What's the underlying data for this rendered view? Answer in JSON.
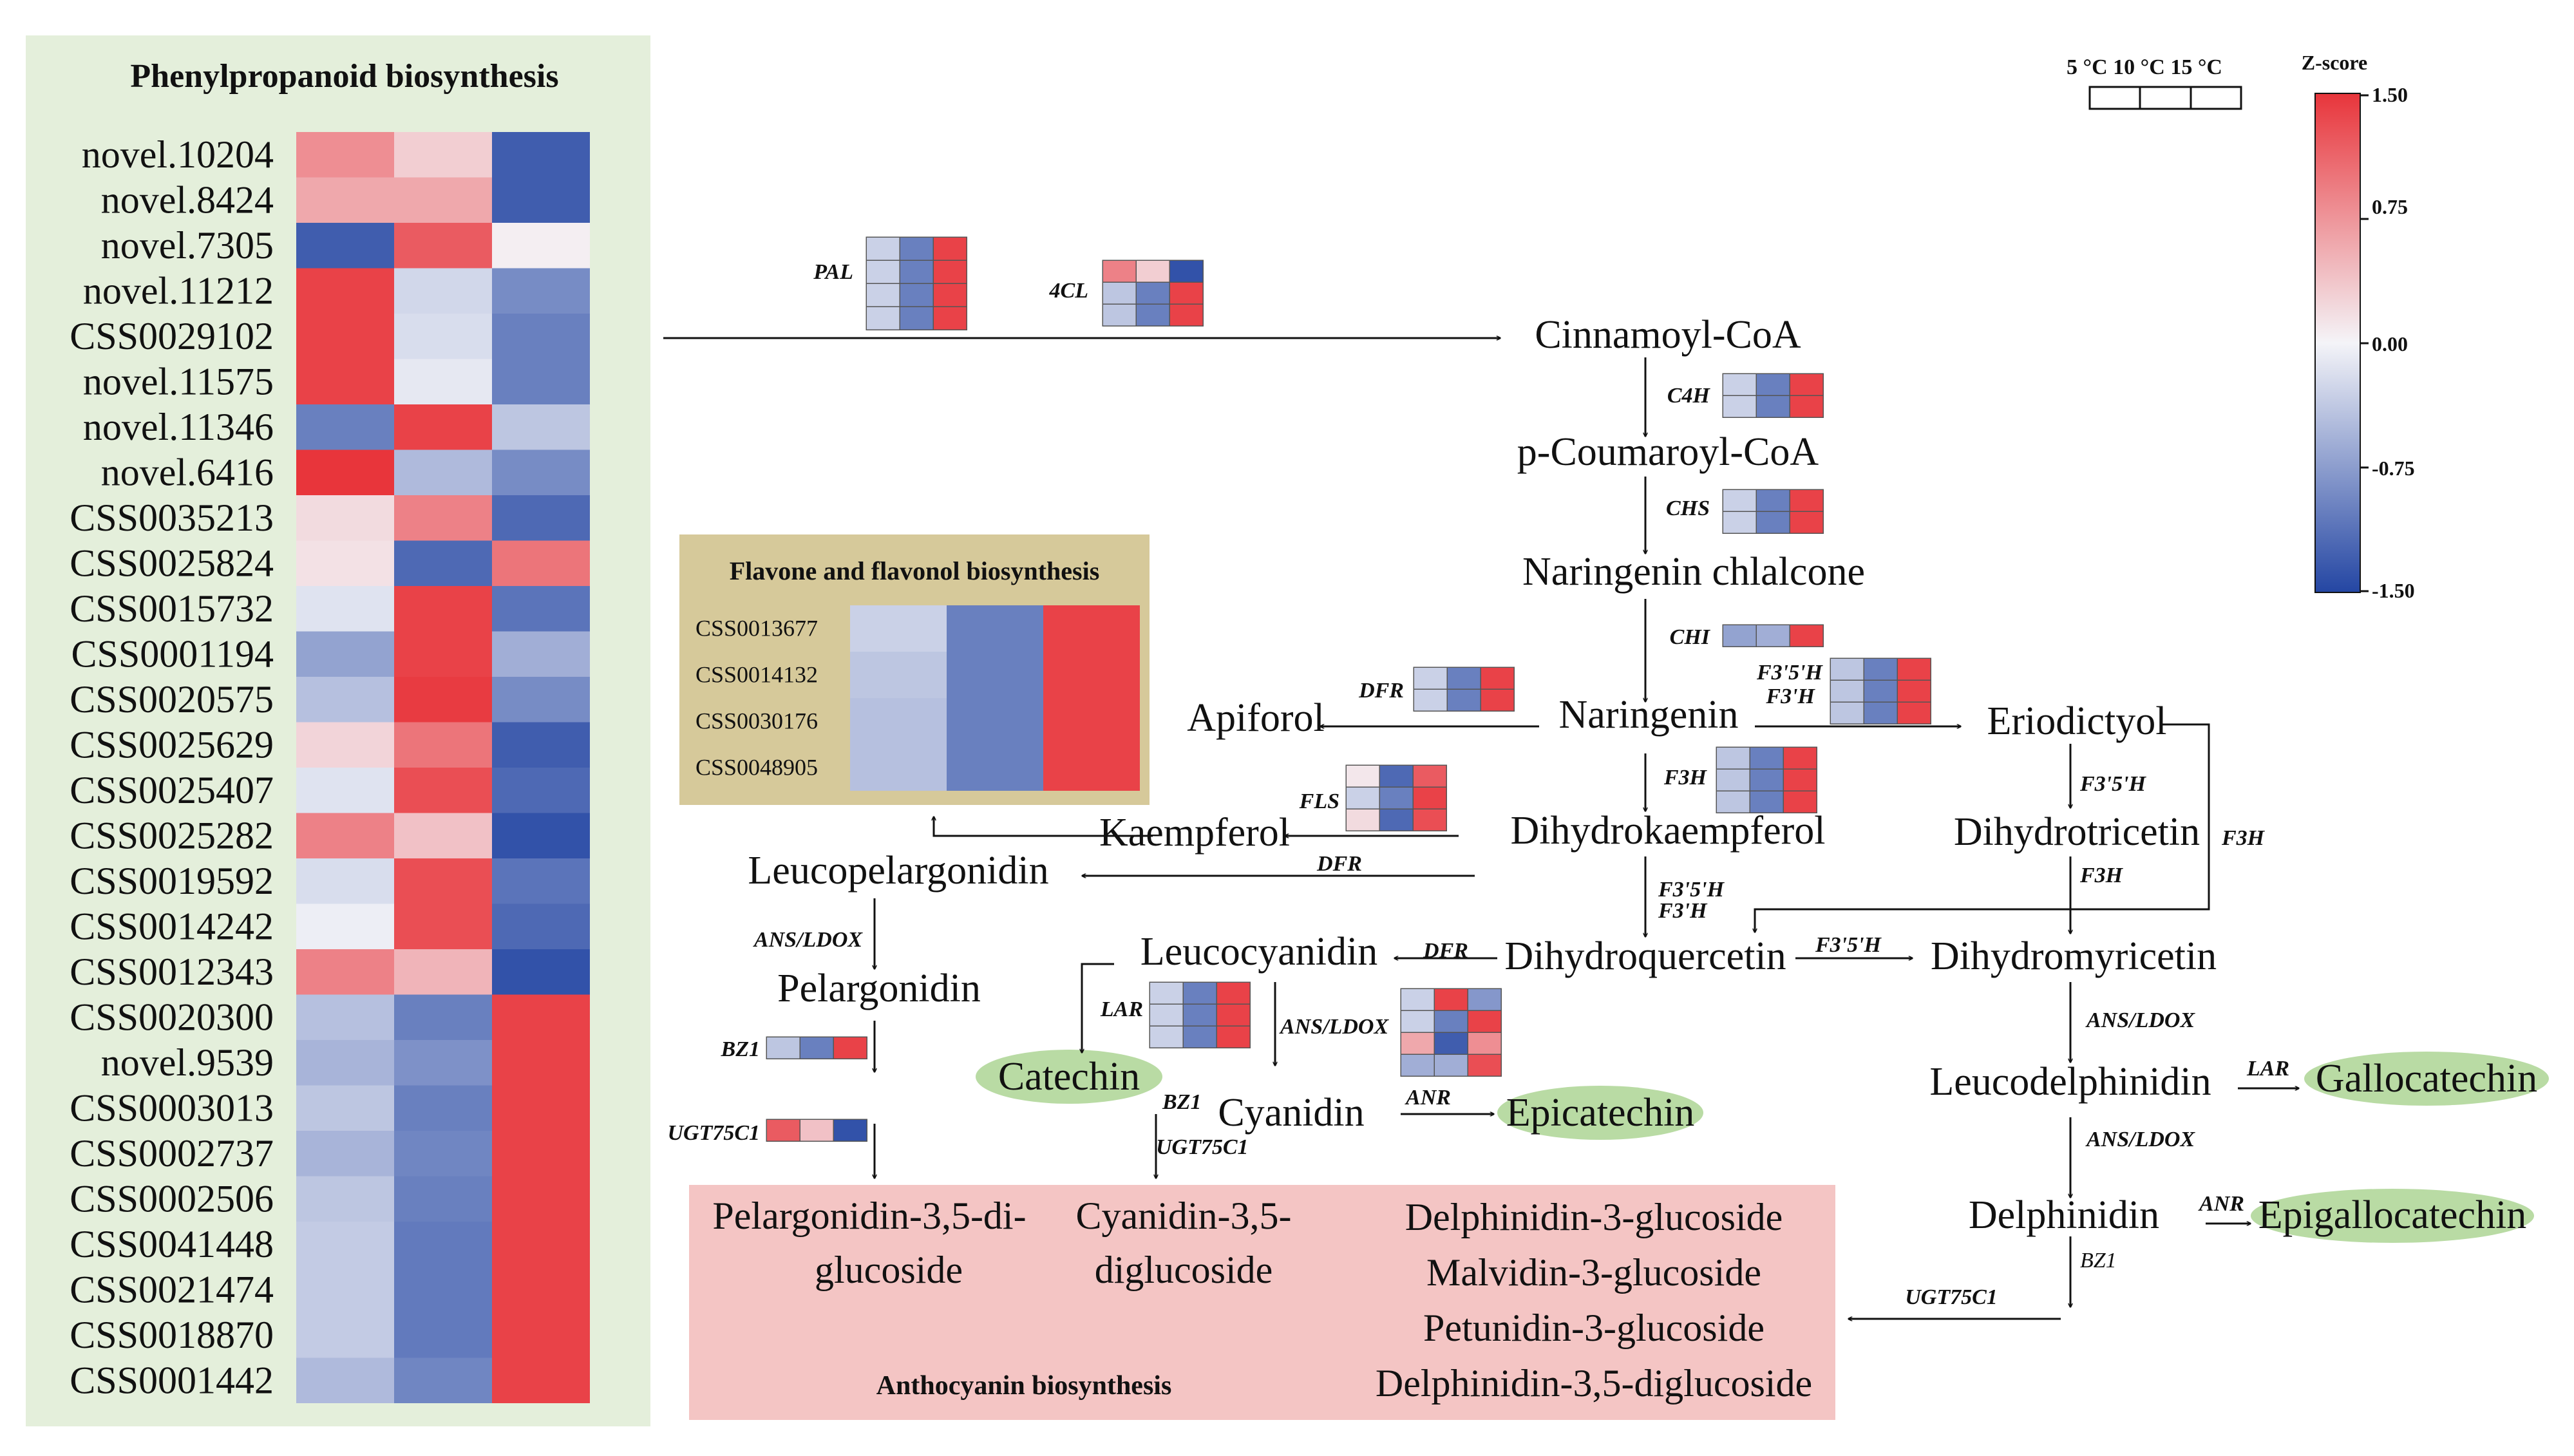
{
  "palette": {
    "low": "#2446a3",
    "mid": "#f4f4f8",
    "high": "#e8353b",
    "panel_phenyl": "#e4efdb",
    "panel_flavone": "#d6c99a",
    "panel_anthocyanin": "#f4c5c4",
    "product_ellipse": "#b9dba4",
    "stroke": "#111111"
  },
  "phenylpropanoid": {
    "title": "Phenylpropanoid biosynthesis",
    "genes": [
      "novel.10204",
      "novel.8424",
      "novel.7305",
      "novel.11212",
      "CSS0029102",
      "novel.11575",
      "novel.11346",
      "novel.6416",
      "CSS0035213",
      "CSS0025824",
      "CSS0015732",
      "CSS0001194",
      "CSS0020575",
      "CSS0025629",
      "CSS0025407",
      "CSS0025282",
      "CSS0019592",
      "CSS0014242",
      "CSS0012343",
      "CSS0020300",
      "novel.9539",
      "CSS0003013",
      "CSS0002737",
      "CSS0002506",
      "CSS0041448",
      "CSS0021474",
      "CSS0018870",
      "CSS0001442"
    ],
    "values": [
      [
        0.8,
        0.3,
        -1.3
      ],
      [
        0.6,
        0.6,
        -1.3
      ],
      [
        -1.3,
        1.2,
        0.05
      ],
      [
        1.4,
        -0.25,
        -0.9
      ],
      [
        1.4,
        -0.2,
        -1.0
      ],
      [
        1.4,
        -0.1,
        -1.0
      ],
      [
        -1.0,
        1.4,
        -0.4
      ],
      [
        1.5,
        -0.5,
        -0.9
      ],
      [
        0.2,
        0.9,
        -1.2
      ],
      [
        0.15,
        -1.2,
        1.0
      ],
      [
        -0.15,
        1.4,
        -1.1
      ],
      [
        -0.7,
        1.4,
        -0.6
      ],
      [
        -0.45,
        1.45,
        -0.9
      ],
      [
        0.25,
        1.0,
        -1.3
      ],
      [
        -0.15,
        1.3,
        -1.2
      ],
      [
        0.9,
        0.4,
        -1.4
      ],
      [
        -0.2,
        1.3,
        -1.1
      ],
      [
        -0.05,
        1.3,
        -1.2
      ],
      [
        0.9,
        0.5,
        -1.4
      ],
      [
        -0.45,
        -1.0,
        1.4
      ],
      [
        -0.55,
        -0.85,
        1.4
      ],
      [
        -0.4,
        -1.0,
        1.4
      ],
      [
        -0.55,
        -0.95,
        1.4
      ],
      [
        -0.4,
        -1.0,
        1.4
      ],
      [
        -0.35,
        -1.05,
        1.4
      ],
      [
        -0.35,
        -1.05,
        1.4
      ],
      [
        -0.35,
        -1.05,
        1.4
      ],
      [
        -0.5,
        -0.95,
        1.4
      ]
    ]
  },
  "flavone": {
    "title": "Flavone and flavonol biosynthesis",
    "genes": [
      "CSS0013677",
      "CSS0014132",
      "CSS0030176",
      "CSS0048905"
    ],
    "values": [
      [
        -0.3,
        -1.0,
        1.4
      ],
      [
        -0.4,
        -1.0,
        1.4
      ],
      [
        -0.45,
        -1.0,
        1.4
      ],
      [
        -0.45,
        -1.0,
        1.4
      ]
    ]
  },
  "legend": {
    "temps": "5 °C 10 °C 15 °C",
    "colorbar_title": "Z-score",
    "ticks": [
      "1.50",
      "0.75",
      "0.00",
      "-0.75",
      "-1.50"
    ]
  },
  "compounds": {
    "cinnamoyl": "Cinnamoyl-CoA",
    "coumaroyl": "p-Coumaroyl-CoA",
    "chalcone": "Naringenin chlalcone",
    "naringenin": "Naringenin",
    "apiforol": "Apiforol",
    "eriodictyol": "Eriodictyol",
    "dihydrokaempferol": "Dihydrokaempferol",
    "kaempferol": "Kaempferol",
    "leucopelargonidin": "Leucopelargonidin",
    "pelargonidin": "Pelargonidin",
    "dihydrotricetin": "Dihydrotricetin",
    "dihydroquercetin": "Dihydroquercetin",
    "dihydromyricetin": "Dihydromyricetin",
    "leucocyanidin": "Leucocyanidin",
    "catechin": "Catechin",
    "cyanidin": "Cyanidin",
    "epicatechin": "Epicatechin",
    "leucodelphinidin": "Leucodelphinidin",
    "gallocatechin": "Gallocatechin",
    "delphinidin": "Delphinidin",
    "epigallocatechin": "Epigallocatechin"
  },
  "anthocyanin": {
    "title": "Anthocyanin biosynthesis",
    "pelargonidin_35_line1": "Pelargonidin-3,5-di-",
    "pelargonidin_35_line2": "glucoside",
    "cyanidin_35_line1": "Cyanidin-3,5-",
    "cyanidin_35_line2": "diglucoside",
    "delphinidin_list": [
      "Delphinidin-3-glucoside",
      "Malvidin-3-glucoside",
      "Petunidin-3-glucoside",
      "Delphinidin-3,5-diglucoside"
    ]
  },
  "enzymes": {
    "pal": "PAL",
    "cl4": "4CL",
    "c4h": "C4H",
    "chs": "CHS",
    "chi": "CHI",
    "dfr_api": "DFR",
    "f35h_f3h": "F3'5'H",
    "f3h_sub": "F3'H",
    "f3h": "F3H",
    "fls": "FLS",
    "dfr_kaem": "DFR",
    "f35h_eri": "F3'5'H",
    "f3h_eri": "F3H",
    "f3h_dtr": "F3H",
    "f35h_dq_1": "F3'5'H",
    "f35h_dq_2": "F3'H",
    "ans_ldox_pel": "ANS/LDOX",
    "bz1_pel": "BZ1",
    "ugt_pel": "UGT75C1",
    "dfr_leuco": "DFR",
    "f35h_dm": "F3'5'H",
    "lar_cat": "LAR",
    "ans_ldox_cya": "ANS/LDOX",
    "bz1_cya": "BZ1",
    "ugt_cya": "UGT75C1",
    "anr_epi": "ANR",
    "ans_ldox_dm": "ANS/LDOX",
    "lar_gallo": "LAR",
    "ans_ldox_del": "ANS/LDOX",
    "anr_epigallo": "ANR",
    "bz1_del": "BZ1",
    "ugt_del": "UGT75C1"
  },
  "small_heatmaps": {
    "pal": [
      [
        -0.3,
        -1.0,
        1.4
      ],
      [
        -0.3,
        -1.0,
        1.4
      ],
      [
        -0.3,
        -1.0,
        1.4
      ],
      [
        -0.3,
        -1.0,
        1.4
      ]
    ],
    "cl4": [
      [
        0.9,
        0.3,
        -1.4
      ],
      [
        -0.4,
        -1.0,
        1.4
      ],
      [
        -0.4,
        -1.0,
        1.4
      ]
    ],
    "c4h": [
      [
        -0.3,
        -1.0,
        1.4
      ],
      [
        -0.3,
        -1.0,
        1.4
      ]
    ],
    "chs": [
      [
        -0.3,
        -1.0,
        1.4
      ],
      [
        -0.3,
        -1.0,
        1.4
      ]
    ],
    "chi": [
      [
        -0.7,
        -0.6,
        1.4
      ]
    ],
    "dfr_api": [
      [
        -0.3,
        -1.0,
        1.4
      ],
      [
        -0.3,
        -1.0,
        1.4
      ]
    ],
    "f35h_f3h": [
      [
        -0.4,
        -1.0,
        1.4
      ],
      [
        -0.4,
        -1.0,
        1.4
      ],
      [
        -0.4,
        -1.0,
        1.4
      ]
    ],
    "fls": [
      [
        0.1,
        -1.2,
        1.2
      ],
      [
        -0.3,
        -1.0,
        1.4
      ],
      [
        0.2,
        -1.2,
        1.3
      ]
    ],
    "f3h": [
      [
        -0.4,
        -1.0,
        1.4
      ],
      [
        -0.4,
        -1.0,
        1.4
      ],
      [
        -0.4,
        -1.0,
        1.4
      ]
    ],
    "ans_ldox": [
      [
        -0.3,
        1.4,
        -0.8
      ],
      [
        -0.3,
        -1.0,
        1.4
      ],
      [
        0.6,
        -1.3,
        0.8
      ],
      [
        -0.6,
        -0.6,
        1.3
      ]
    ],
    "lar": [
      [
        -0.3,
        -1.0,
        1.4
      ],
      [
        -0.3,
        -1.0,
        1.4
      ],
      [
        -0.3,
        -1.0,
        1.4
      ]
    ],
    "bz1": [
      [
        -0.4,
        -1.0,
        1.4
      ]
    ],
    "ugt": [
      [
        1.2,
        0.4,
        -1.4
      ]
    ]
  }
}
